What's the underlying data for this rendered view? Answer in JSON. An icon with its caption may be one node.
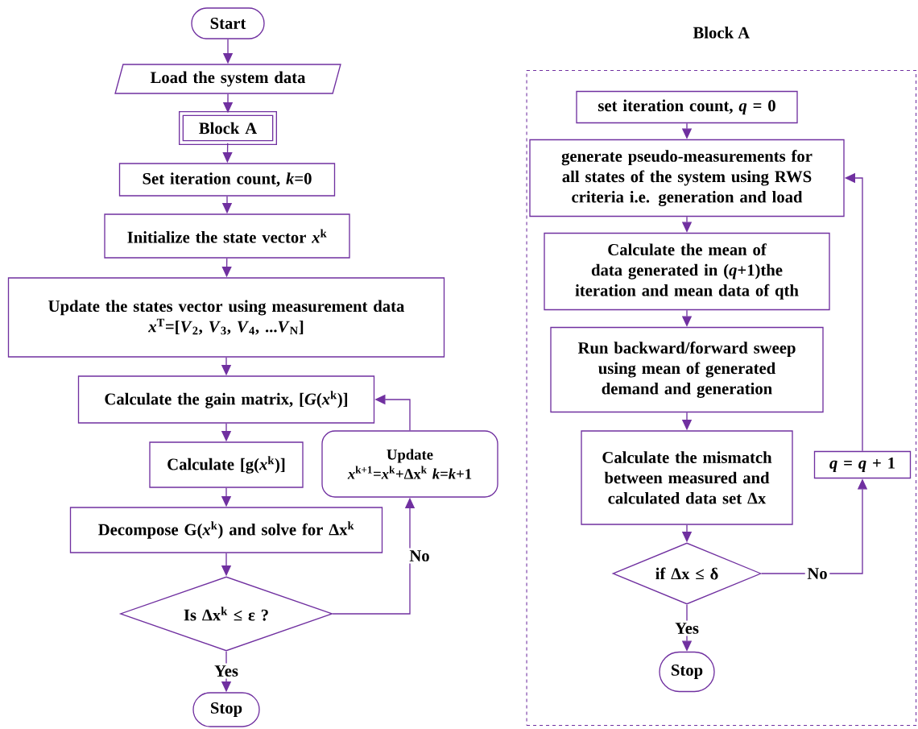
{
  "diagram": {
    "nodes": [
      {
        "text": [
          "Start"
        ]
      },
      {
        "text": [
          "Load the system data"
        ]
      },
      {
        "text": [
          "Block A"
        ]
      },
      {
        "text": [
          "Set iteration count, *k*=0"
        ]
      },
      {
        "text": [
          "Initialize the state vector *x*$^{k}$"
        ]
      },
      {
        "text": [
          "Update the states vector using measurement data",
          "*x*$^{T}$=[*V*$_{2}$, *V*$_{3}$, *V*$_{4}$, ...*V*$_{N}$]"
        ]
      },
      {
        "text": [
          "Calculate the gain matrix, [*G*(*x*$^{k}$)]"
        ]
      },
      {
        "text": [
          "Calculate  [g(*x*$^{k}$)]"
        ]
      },
      {
        "text": [
          "Decompose G(*x*$^{k}$) and solve for Δx$^{k}$"
        ]
      },
      {
        "text": [
          "Is Δx$^{k}$ ≤ ε ?"
        ]
      },
      {
        "text": [
          "Update *x*$^{k+1}$=*x*$^{k}$+Δx$^{k}$ *k*=*k*+1"
        ]
      },
      {
        "text": [
          "Stop"
        ]
      },
      {
        "text": [
          "Block A"
        ]
      },
      {
        "text": [
          "set iteration count, *q* = 0"
        ],
        "in": 12
      },
      {
        "text": [
          "generate pseudo-measurements for all states of  the system using RWS criteria i.e. generation and load"
        ],
        "in": 12
      },
      {
        "text": [
          "Calculate the mean of data generated in (*q*+1)the iteration and mean data of qth"
        ],
        "in": 12
      },
      {
        "text": [
          "Run backward/forward sweep using mean of generated demand and generation"
        ],
        "in": 12
      },
      {
        "text": [
          "Calculate the mismatch between measured and calculated data set Δx"
        ],
        "in": 12
      },
      {
        "text": [
          "if Δx ≤ δ"
        ],
        "in": 12
      },
      {
        "text": [
          "*q* = *q* + 1"
        ],
        "in": 12
      },
      {
        "text": [
          "Stop"
        ],
        "in": 12
      }
    ],
    "edges": [
      {
        "from": 0,
        "to": 1,
        "arrow": "to"
      },
      {
        "from": 1,
        "to": 2,
        "arrow": "to"
      },
      {
        "from": 2,
        "to": 3,
        "arrow": "to"
      },
      {
        "from": 3,
        "to": 4,
        "arrow": "to"
      },
      {
        "from": 4,
        "to": 5,
        "arrow": "to"
      },
      {
        "from": 5,
        "to": 6,
        "arrow": "to"
      },
      {
        "from": 6,
        "to": 7,
        "arrow": "to"
      },
      {
        "from": 7,
        "to": 8,
        "arrow": "to"
      },
      {
        "from": 8,
        "to": 9,
        "arrow": "to"
      },
      {
        "from": 9,
        "to": 10,
        "arrow": "to",
        "label": "No"
      },
      {
        "from": 10,
        "to": 6,
        "arrow": "to"
      },
      {
        "from": 9,
        "to": 11,
        "arrow": "to",
        "label": "Yes"
      },
      {
        "from": 13,
        "to": 14,
        "arrow": "to"
      },
      {
        "from": 14,
        "to": 15,
        "arrow": "to"
      },
      {
        "from": 15,
        "to": 16,
        "arrow": "to"
      },
      {
        "from": 16,
        "to": 17,
        "arrow": "to"
      },
      {
        "from": 17,
        "to": 18,
        "arrow": "to"
      },
      {
        "from": 18,
        "to": 19,
        "arrow": "to",
        "label": "No"
      },
      {
        "from": 19,
        "to": 14,
        "arrow": "to"
      },
      {
        "from": 18,
        "to": 20,
        "arrow": "to",
        "label": "Yes"
      }
    ]
  }
}
